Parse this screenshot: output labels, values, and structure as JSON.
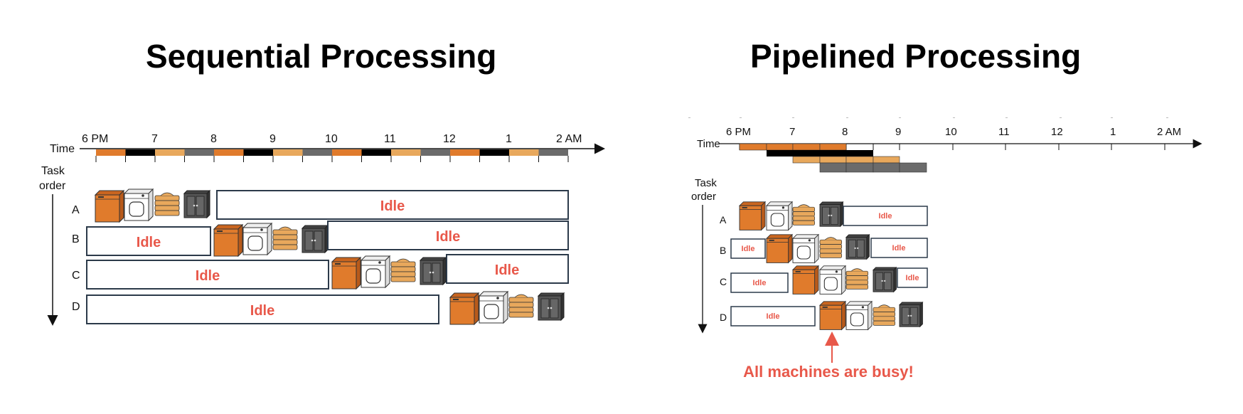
{
  "sequential": {
    "title": "Sequential Processing",
    "time_axis_label": "Time",
    "task_axis_label_1": "Task",
    "task_axis_label_2": "order",
    "tick_labels": [
      "6 PM",
      "7",
      "8",
      "9",
      "10",
      "11",
      "12",
      "1",
      "2 AM"
    ],
    "rows": [
      "A",
      "B",
      "C",
      "D"
    ],
    "idle_label": "Idle",
    "colors": {
      "wash": "#e07b2c",
      "dry": "#ffffff",
      "fold": "#e8a85c",
      "store": "#555555",
      "black": "#000000",
      "idle_text": "#e8584a"
    }
  },
  "pipelined": {
    "title": "Pipelined Processing",
    "time_axis_label": "Time",
    "task_axis_label_1": "Task",
    "task_axis_label_2": "order",
    "tick_labels": [
      "6 PM",
      "7",
      "8",
      "9",
      "10",
      "11",
      "12",
      "1",
      "2 AM"
    ],
    "rows": [
      "A",
      "B",
      "C",
      "D"
    ],
    "idle_label": "Idle",
    "annotation": "All machines are busy!"
  }
}
